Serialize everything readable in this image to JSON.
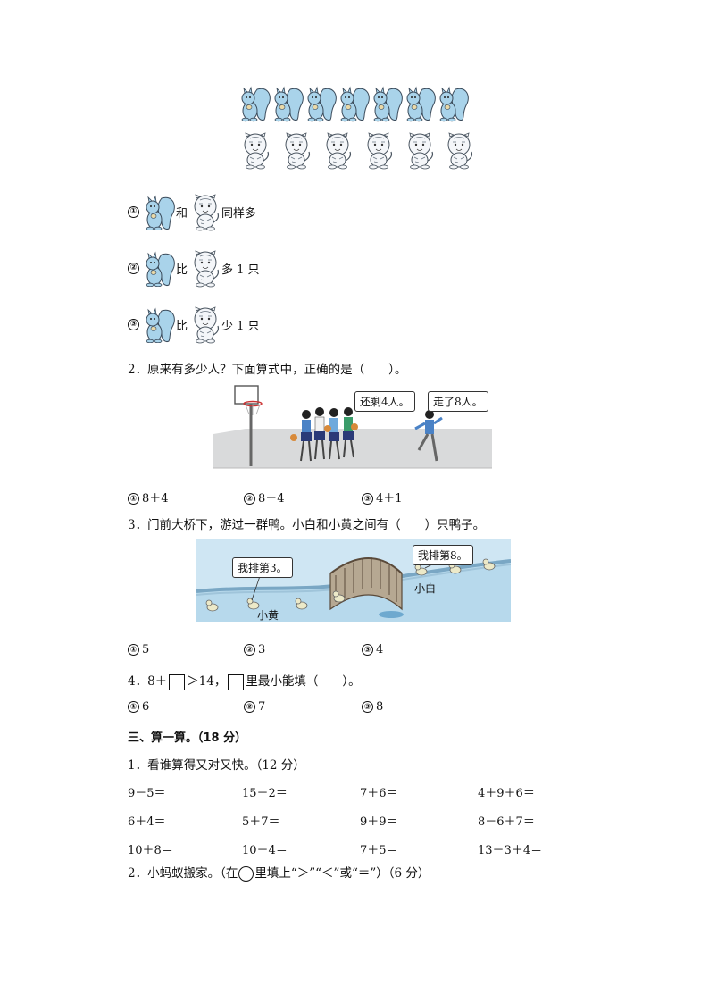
{
  "animals": {
    "squirrel_count": 7,
    "tiger_count": 6,
    "colors": {
      "squirrel": "#a9d3ea",
      "tiger": "#f4f6f9",
      "outline": "#3a4a5a"
    }
  },
  "q1_options": [
    {
      "num": "①",
      "word1": "和",
      "word2": "同样多"
    },
    {
      "num": "②",
      "word1": "比",
      "word2": "多 1 只"
    },
    {
      "num": "③",
      "word1": "比",
      "word2": "少 1 只"
    }
  ],
  "q2": {
    "text": "2．原来有多少人？下面算式中，正确的是（　　）。",
    "bubble_left": "还剩4人。",
    "bubble_right": "走了8人。",
    "options": [
      {
        "num": "①",
        "text": "8＋4"
      },
      {
        "num": "②",
        "text": "8－4"
      },
      {
        "num": "③",
        "text": "4＋1"
      }
    ]
  },
  "q3": {
    "text": "3．门前大桥下，游过一群鸭。小白和小黄之间有（　　）只鸭子。",
    "bubble_left": "我排第3。",
    "bubble_right": "我排第8。",
    "label_white": "小白",
    "label_yellow": "小黄",
    "options": [
      {
        "num": "①",
        "text": "5"
      },
      {
        "num": "②",
        "text": "3"
      },
      {
        "num": "③",
        "text": "4"
      }
    ]
  },
  "q4": {
    "prefix": "4．8＋",
    "middle": "＞14，",
    "suffix": "里最小能填（　　）。",
    "options": [
      {
        "num": "①",
        "text": "6"
      },
      {
        "num": "②",
        "text": "7"
      },
      {
        "num": "③",
        "text": "8"
      }
    ]
  },
  "section3": {
    "title": "三、算一算。（18 分）",
    "sub1": "1．看谁算得又对又快。（12 分）",
    "calcs": [
      [
        "9－5＝",
        "15－2＝",
        "7＋6＝",
        "4＋9＋6＝"
      ],
      [
        "6＋4＝",
        "5＋7＝",
        "9＋9＝",
        "8－6＋7＝"
      ],
      [
        "10＋8＝",
        "10－4＝",
        "7＋5＝",
        "13－3＋4＝"
      ]
    ],
    "sub2_prefix": "2．小蚂蚁搬家。（在",
    "sub2_suffix": "里填上“＞”“＜”或“＝”）（6 分）"
  }
}
